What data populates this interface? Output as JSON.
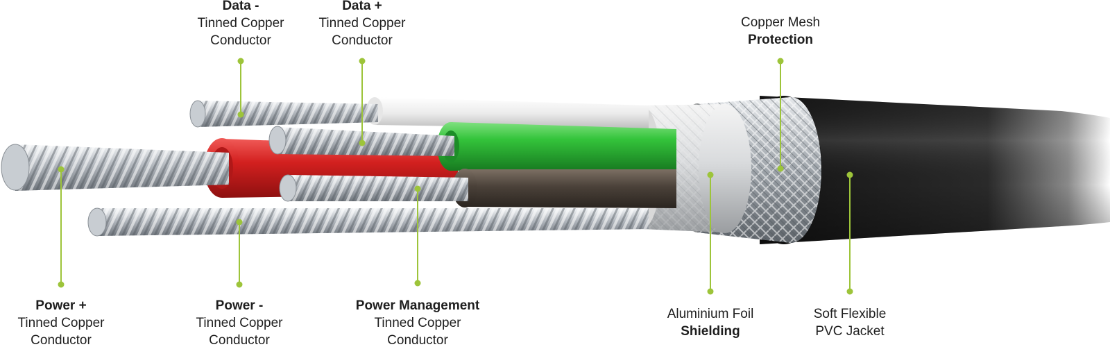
{
  "labels": {
    "data_minus": {
      "title": "Data -",
      "line1": "Tinned Copper",
      "line2": "Conductor"
    },
    "data_plus": {
      "title": "Data +",
      "line1": "Tinned Copper",
      "line2": "Conductor"
    },
    "copper_mesh": {
      "line1": "Copper Mesh",
      "title": "Protection"
    },
    "power_plus": {
      "title": "Power +",
      "line1": "Tinned Copper",
      "line2": "Conductor"
    },
    "power_minus": {
      "title": "Power -",
      "line1": "Tinned Copper",
      "line2": "Conductor"
    },
    "power_management": {
      "title": "Power Management",
      "line1": "Tinned Copper",
      "line2": "Conductor"
    },
    "aluminium_foil": {
      "line1": "Aluminium Foil",
      "title": "Shielding"
    },
    "pvc_jacket": {
      "line1": "Soft Flexible",
      "line2": "PVC Jacket"
    }
  },
  "colors": {
    "leader": "#9dc43a",
    "jacket": "#1c1c1c",
    "wire_white": "#f2f2f2",
    "wire_green": "#2fb13a",
    "wire_red": "#d3201f",
    "wire_brown": "#4a4139",
    "copper_strand": "#b9bec4"
  }
}
